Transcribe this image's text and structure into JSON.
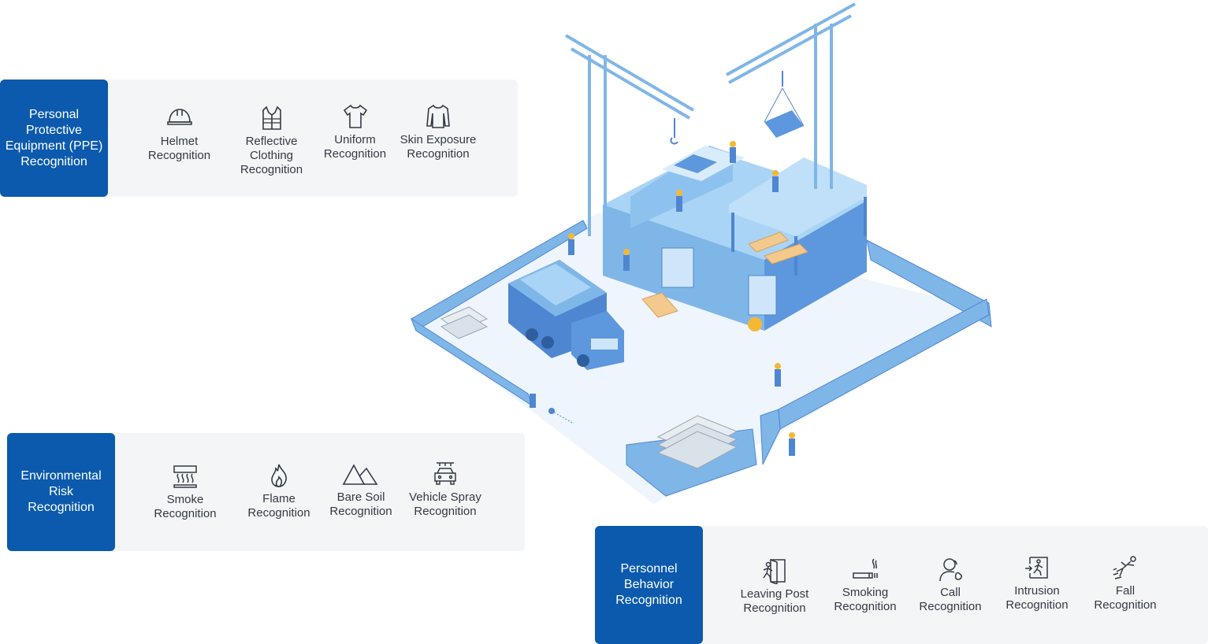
{
  "ppe": {
    "title": "Personal\nProtective\nEquipment (PPE)\nRecognition",
    "items": [
      {
        "label": "Helmet\nRecognition",
        "icon": "helmet-icon"
      },
      {
        "label": "Reflective\nClothing\nRecognition",
        "icon": "vest-icon"
      },
      {
        "label": "Uniform\nRecognition",
        "icon": "shirt-icon"
      },
      {
        "label": "Skin Exposure\nRecognition",
        "icon": "long-sleeve-icon"
      }
    ]
  },
  "env": {
    "title": "Environmental\nRisk\nRecognition",
    "items": [
      {
        "label": "Smoke\nRecognition",
        "icon": "smoke-icon"
      },
      {
        "label": "Flame\nRecognition",
        "icon": "flame-icon"
      },
      {
        "label": "Bare Soil\nRecognition",
        "icon": "mountain-icon"
      },
      {
        "label": "Vehicle Spray\nRecognition",
        "icon": "car-wash-icon"
      }
    ]
  },
  "personnel": {
    "title": "Personnel\nBehavior\nRecognition",
    "items": [
      {
        "label": "Leaving Post\nRecognition",
        "icon": "exit-door-icon"
      },
      {
        "label": "Smoking\nRecognition",
        "icon": "cigarette-icon"
      },
      {
        "label": "Call\nRecognition",
        "icon": "phone-call-icon"
      },
      {
        "label": "Intrusion\nRecognition",
        "icon": "intrusion-icon"
      },
      {
        "label": "Fall\nRecognition",
        "icon": "fall-icon"
      }
    ]
  },
  "colors": {
    "brand": "#0b5aad",
    "panel_bg": "#f4f5f7",
    "scene_light": "#a9d4f5",
    "scene_mid": "#7fb6e8",
    "scene_dark": "#4f86d1"
  }
}
